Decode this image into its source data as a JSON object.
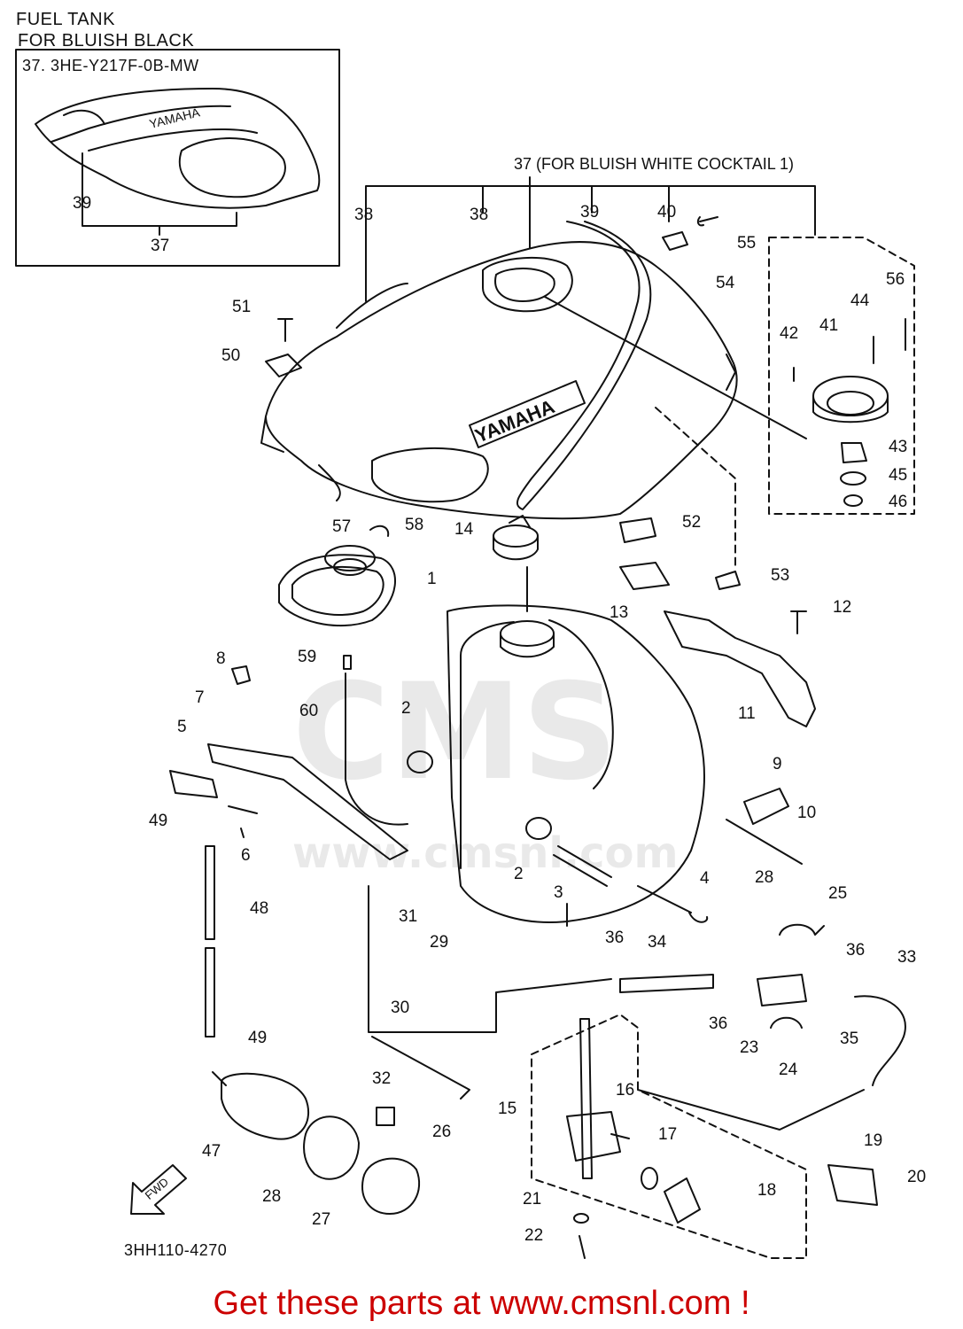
{
  "header": {
    "title": "FUEL TANK",
    "inset_title": "FOR BLUISH BLACK",
    "inset_partno": "37. 3HE-Y217F-0B-MW"
  },
  "variant_label": "37 (FOR BLUISH WHITE COCKTAIL 1)",
  "brand_text": "YAMAHA",
  "fwd_arrow": "FWD",
  "watermark": {
    "logo": "CMS",
    "url": "www.cmsnl.com"
  },
  "callouts": {
    "inset_39": "39",
    "inset_37": "37",
    "c38a": "38",
    "c38b": "38",
    "c39": "39",
    "c40": "40",
    "c55": "55",
    "c54": "54",
    "c56": "56",
    "c44": "44",
    "c42": "42",
    "c41": "41",
    "c43": "43",
    "c45": "45",
    "c46": "46",
    "c51": "51",
    "c50": "50",
    "c57": "57",
    "c58": "58",
    "c14": "14",
    "c52": "52",
    "c53": "53",
    "c13": "13",
    "c12": "12",
    "c1": "1",
    "c11": "11",
    "c8": "8",
    "c59": "59",
    "c60": "60",
    "c7": "7",
    "c5": "5",
    "c2a": "2",
    "c2b": "2",
    "c9": "9",
    "c10": "10",
    "c49a": "49",
    "c6": "6",
    "c3": "3",
    "c4": "4",
    "c28a": "28",
    "c25": "25",
    "c48": "48",
    "c31": "31",
    "c29": "29",
    "c30": "30",
    "c36a": "36",
    "c34": "34",
    "c36b": "36",
    "c33": "33",
    "c36c": "36",
    "c23": "23",
    "c24": "24",
    "c49b": "49",
    "c35": "35",
    "c16": "16",
    "c32": "32",
    "c26": "26",
    "c15": "15",
    "c47": "47",
    "c17": "17",
    "c19": "19",
    "c18": "18",
    "c20": "20",
    "c28b": "28",
    "c27": "27",
    "c21": "21",
    "c22": "22"
  },
  "diagram_code": "3HH110-4270",
  "ad_text": "Get these parts at www.cmsnl.com !",
  "colors": {
    "line": "#111111",
    "ad": "#cc0000",
    "watermark": "#d8d8d8"
  }
}
